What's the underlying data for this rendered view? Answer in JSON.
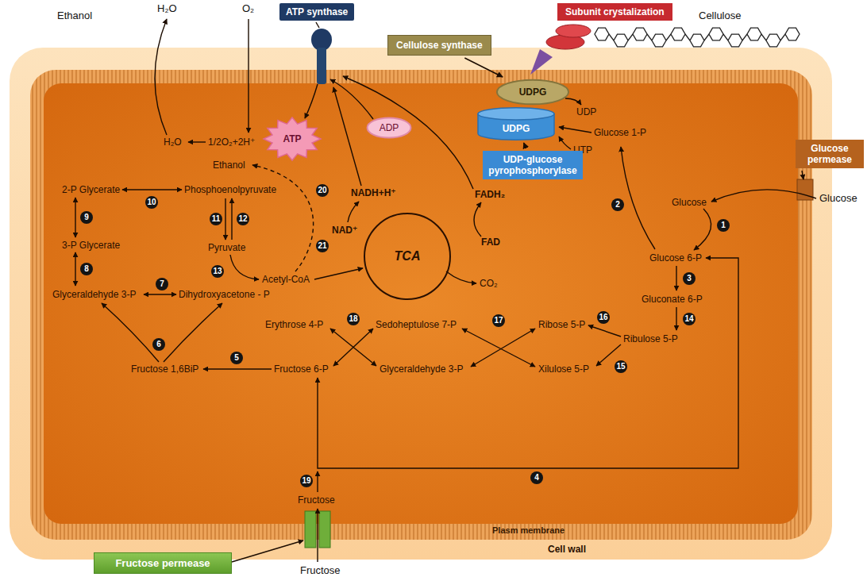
{
  "diagram": {
    "nodes": [
      {
        "text": [
          "ATP synthase"
        ]
      },
      {
        "text": [
          "Subunit crystalization"
        ]
      },
      {
        "text": [
          "Cellulose synthase"
        ]
      },
      {
        "text": [
          "UDPG"
        ]
      },
      {
        "text": [
          "UDPG"
        ]
      },
      {
        "text": [
          "ADP"
        ]
      },
      {
        "text": [
          "ATP"
        ]
      },
      {
        "text": [
          "Glucose permease"
        ]
      },
      {
        "text": [
          "UDP-glucose pyrophosphorylase"
        ]
      },
      {
        "text": [
          "TCA"
        ]
      },
      {
        "text": [
          "Fructose permease"
        ]
      }
    ],
    "edges": [
      {
        "from": 2,
        "to": 3,
        "arrow": "to"
      },
      {
        "from": 8,
        "to": 4,
        "arrow": "to"
      }
    ],
    "labels": [
      "H₂O",
      "O₂",
      "Ethanol",
      "Cellulose",
      "UDP",
      "Glucose 1-P",
      "H₂O",
      "1/2O₂+2H⁺",
      "UTP",
      "Ethanol",
      "NADH+H⁺",
      "FADH₂",
      "2-P Glycerate",
      "Phosphoenolpyruvate",
      "Glucose",
      "Glucose",
      "NAD⁺",
      "FAD",
      "3-P Glycerate",
      "Pyruvate",
      "Glucose 6-P",
      "Acetyl-CoA",
      "CO₂",
      "Glyceraldehyde 3-P",
      "Dihydroxyacetone - P",
      "Gluconate 6-P",
      "Erythrose 4-P",
      "Sedoheptulose 7-P",
      "Ribose 5-P",
      "Ribulose 5-P",
      "Fructose 1,6BiP",
      "Fructose 6-P",
      "Glyceraldehyde 3-P",
      "Xilulose 5-P",
      "Fructose",
      "Plasm membrane",
      "Cell wall",
      "Fructose",
      "1",
      "2",
      "3",
      "4",
      "5",
      "6",
      "7",
      "8",
      "9",
      "10",
      "11",
      "12",
      "13",
      "14",
      "15",
      "16",
      "17",
      "18",
      "19",
      "20",
      "21"
    ]
  }
}
